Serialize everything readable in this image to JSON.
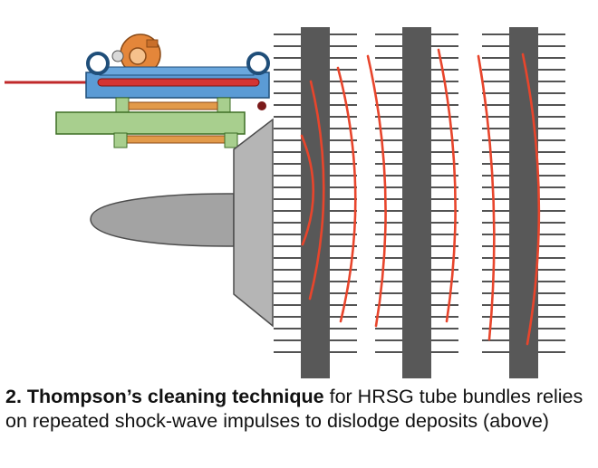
{
  "caption": {
    "number": "2. ",
    "title": "Thompson’s cleaning technique",
    "text": " for HRSG tube bundles relies on repeated shock-wave impulses to dislodge deposits (above)"
  },
  "colors": {
    "tube": "#585858",
    "fin": "#1a1a1a",
    "shockwave": "#e8452c",
    "nozzle": "#9a9a9a",
    "frame_blue": "#5b9bd5",
    "plate_green": "#a8cf8e",
    "rod_orange": "#e29a4a",
    "lance_red": "#c0292a",
    "motor_orange": "#e4863a"
  },
  "icons": {
    "device": "shockwave-generator-icon",
    "tubes": "finned-tube-icon",
    "waves": "shock-wave-arc-icon"
  }
}
